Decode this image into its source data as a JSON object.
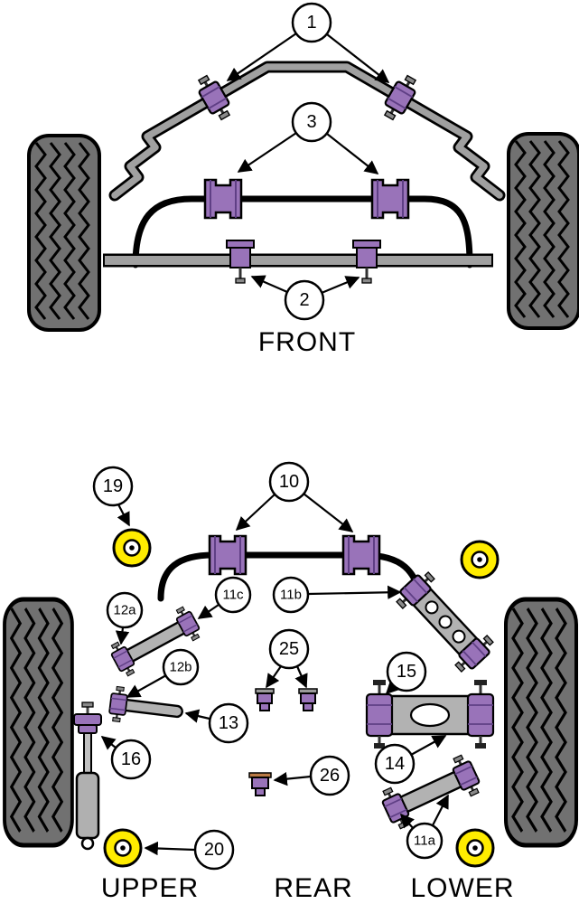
{
  "sections": {
    "front": "FRONT",
    "upper": "UPPER",
    "rear": "REAR",
    "lower": "LOWER"
  },
  "callouts": {
    "c1": "1",
    "c2": "2",
    "c3": "3",
    "c10": "10",
    "c11a": "11a",
    "c11b": "11b",
    "c11c": "11c",
    "c12a": "12a",
    "c12b": "12b",
    "c13": "13",
    "c14": "14",
    "c15": "15",
    "c16": "16",
    "c19": "19",
    "c20": "20",
    "c25": "25",
    "c26": "26"
  },
  "colors": {
    "bushing_purple": "#9973b9",
    "bushing_yellow": "#ffec00",
    "metal_gray": "#a0a0a0",
    "arm_gray": "#b2b2b2",
    "tire_gray": "#717171",
    "washer_brown": "#b97a45"
  }
}
